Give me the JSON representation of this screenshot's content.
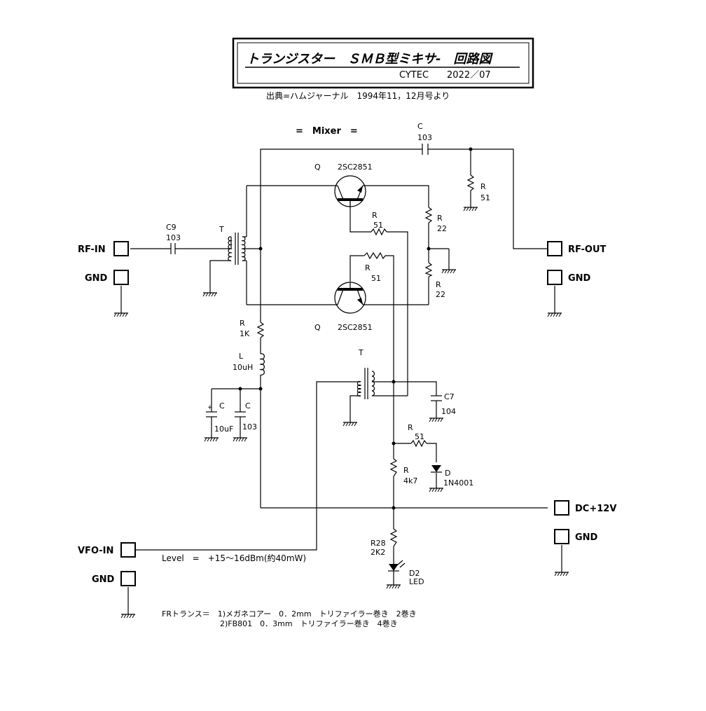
{
  "title": {
    "main": "トランジスター　ＳＭＢ型ミキサ-　回路図",
    "credit": "CYTEC　　2022／07",
    "source": "出典=ハムジャーナル　1994年11，12月号より"
  },
  "circuit_name": "=　Mixer　=",
  "terminals": {
    "rf_in": "RF-IN",
    "rf_in_gnd": "GND",
    "rf_out": "RF-OUT",
    "rf_out_gnd": "GND",
    "dc": "DC+12V",
    "dc_gnd": "GND",
    "vfo_in": "VFO-IN",
    "vfo_gnd": "GND"
  },
  "components": {
    "c_out": {
      "ref": "C",
      "value": "103"
    },
    "r_out": {
      "ref": "R",
      "value": "51"
    },
    "c9": {
      "ref": "C9",
      "value": "103"
    },
    "t1": {
      "ref": "T"
    },
    "q1": {
      "ref": "Q",
      "value": "2SC2851"
    },
    "q2": {
      "ref": "Q",
      "value": "2SC2851"
    },
    "r_b1": {
      "ref": "R",
      "value": "51"
    },
    "r_b2": {
      "ref": "R",
      "value": "51"
    },
    "r_e1": {
      "ref": "R",
      "value": "22"
    },
    "r_e2": {
      "ref": "R",
      "value": "22"
    },
    "r_1k": {
      "ref": "R",
      "value": "1K"
    },
    "l1": {
      "ref": "L",
      "value": "10uH"
    },
    "c_10u": {
      "ref": "C",
      "value": "10uF"
    },
    "c_103b": {
      "ref": "C",
      "value": "103"
    },
    "t2": {
      "ref": "T"
    },
    "c7": {
      "ref": "C7",
      "value": "104"
    },
    "r_d": {
      "ref": "R",
      "value": "51"
    },
    "d1": {
      "ref": "D",
      "value": "1N4001"
    },
    "r_4k7": {
      "ref": "R",
      "value": "4k7"
    },
    "r28": {
      "ref": "R28",
      "value": "2K2"
    },
    "d2": {
      "ref": "D2",
      "value": "LED"
    }
  },
  "notes": {
    "level": "Level　=　+15～16dBm(約40mW)",
    "trans_line1": "FRトランス＝　1)メガネコアー　0．2mm　トリファイラー巻き　2巻き",
    "trans_line2": "2)FB801　0．3mm　トリファイラー巻き　4巻き"
  }
}
